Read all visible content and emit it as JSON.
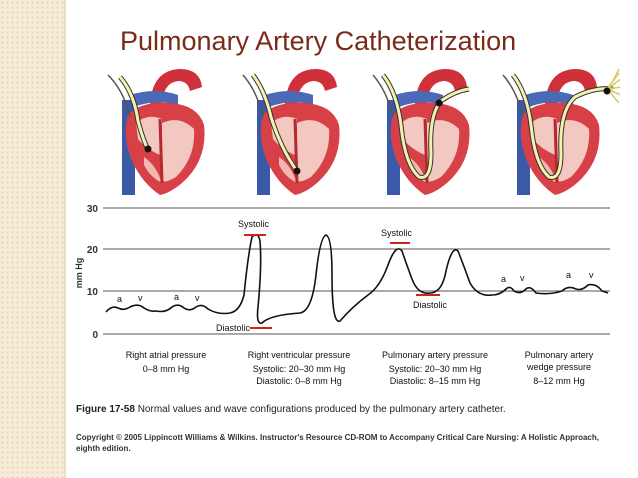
{
  "title": "Pulmonary Artery Catheterization",
  "hearts": [
    {
      "name": "heart-right-atrium"
    },
    {
      "name": "heart-right-ventricle"
    },
    {
      "name": "heart-pulmonary-artery"
    },
    {
      "name": "heart-wedge"
    }
  ],
  "graph": {
    "axis_label": "mm Hg",
    "ticks": [
      "30",
      "20",
      "10",
      "0"
    ],
    "labels": {
      "systolic_1": "Systolic",
      "systolic_2": "Systolic",
      "diastolic_1": "Diastolic",
      "diastolic_2": "Diastolic",
      "wave_a1": "a",
      "wave_v1": "v",
      "wave_a2": "a",
      "wave_v2": "v",
      "wave_a3": "a",
      "wave_v3": "v",
      "wave_a4": "a",
      "wave_v4": "v"
    },
    "segments": [
      {
        "name": "Right atrial pressure",
        "l1": "0–8 mm Hg",
        "l2": ""
      },
      {
        "name": "Right ventricular pressure",
        "l1": "Systolic: 20–30 mm Hg",
        "l2": "Diastolic: 0–8 mm Hg"
      },
      {
        "name": "Pulmonary artery pressure",
        "l1": "Systolic: 20–30 mm Hg",
        "l2": "Diastolic: 8–15 mm Hg"
      },
      {
        "name_1": "Pulmonary artery",
        "name_2": "wedge pressure",
        "l1": "8–12 mm Hg"
      }
    ]
  },
  "caption": {
    "figure": "Figure 17-58",
    "text": " Normal values and wave configurations produced by the pulmonary artery catheter."
  },
  "copyright": "Copyright © 2005 Lippincott Williams & Wilkins.  Instructor's Resource CD-ROM to Accompany Critical Care Nursing: A Holistic Approach, eighth edition.",
  "colors": {
    "title": "#7a2a1a",
    "heart_red": "#d0303a",
    "vein_blue": "#3a5aa8",
    "catheter": "#f5f0b0",
    "marker": "#cc2222"
  }
}
